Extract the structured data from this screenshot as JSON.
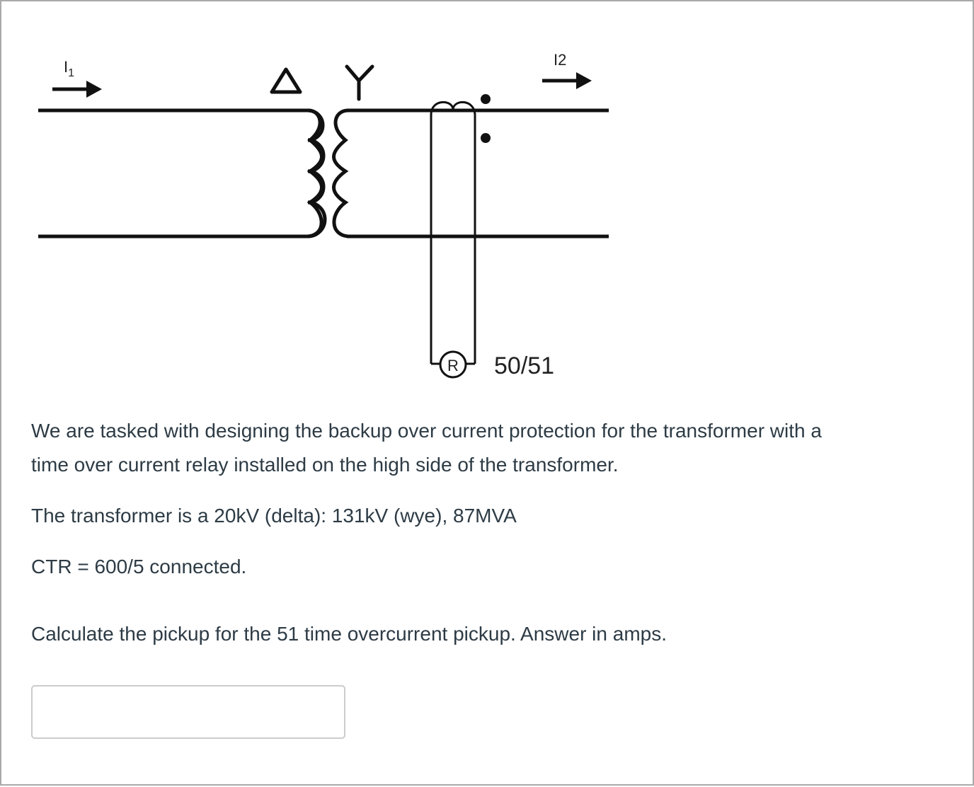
{
  "diagram": {
    "current_in_label": "I",
    "current_in_sub": "1",
    "current_out_label": "I",
    "current_out_sub": "2",
    "primary_winding_symbol": "Δ",
    "secondary_winding_symbol": "Y",
    "relay_symbol": "R",
    "relay_label": "50/51"
  },
  "question": {
    "paragraph_1_line_1": "We are tasked with designing the backup over current protection for the transformer with a",
    "paragraph_1_line_2": "time over current relay installed on the high side of the transformer.",
    "paragraph_2": "The transformer is a 20kV (delta): 131kV (wye), 87MVA",
    "paragraph_3": "CTR = 600/5 connected.",
    "prompt": "Calculate the pickup for the 51 time overcurrent pickup. Answer in amps."
  },
  "answer_input": {
    "value": "",
    "placeholder": ""
  }
}
